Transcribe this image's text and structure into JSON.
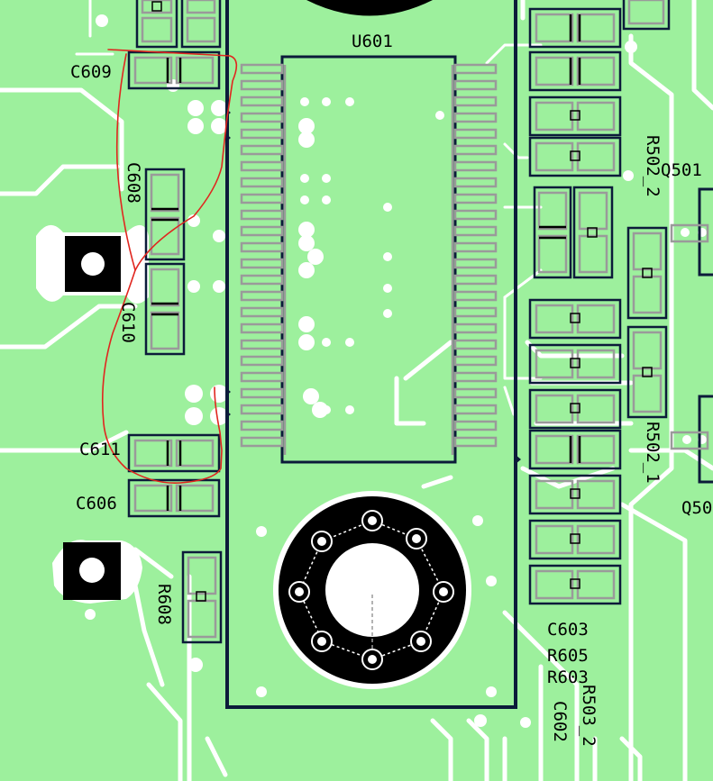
{
  "colors": {
    "board": "#9df09d",
    "trace": "#ffffff",
    "outline": "#0c1b3a",
    "pad": "#9a9a9a",
    "via": "#ffffff",
    "annotation": "#e0261f"
  },
  "labels": {
    "u601": "U601",
    "c609": "C609",
    "c608": "C608",
    "c610": "C610",
    "c611": "C611",
    "c606": "C606",
    "r608": "R608",
    "r502_2": "R502_2",
    "r502_1": "R502_1",
    "q501": "Q501",
    "q50x": "Q50",
    "c603": "C603",
    "r605": "R605",
    "r603": "R603",
    "r503_2": "R503_2",
    "c602": "C602"
  },
  "annotation": {
    "shape": "freehand-loop",
    "note": ""
  }
}
